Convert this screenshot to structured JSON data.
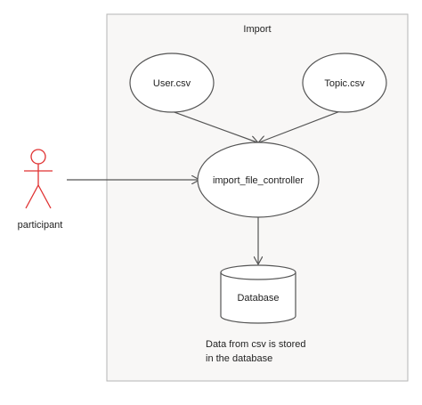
{
  "diagram": {
    "boundary_title": "Import",
    "actor_label": "participant",
    "node_user": "User.csv",
    "node_topic": "Topic.csv",
    "node_controller": "import_file_controller",
    "node_database": "Database",
    "note_line1": "Data from csv is stored",
    "note_line2": "in the database"
  },
  "colors": {
    "actor": "#e03131",
    "outline": "#555555",
    "boundary_fill": "#f8f7f6",
    "boundary_stroke": "#b5b5b5",
    "text": "#222222"
  }
}
